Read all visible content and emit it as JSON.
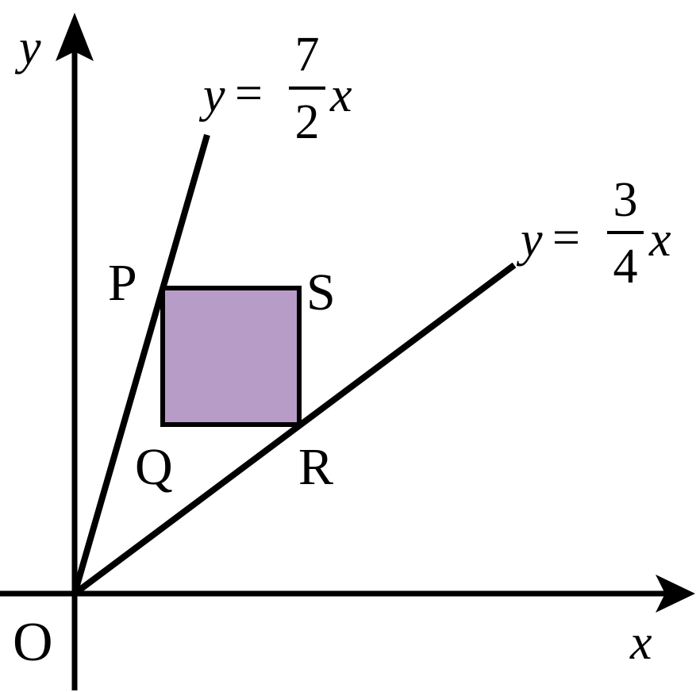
{
  "axes": {
    "x_label": "x",
    "y_label": "y",
    "origin_label": "O"
  },
  "lines": [
    {
      "name": "steep",
      "lhs": "y",
      "eq": "=",
      "numerator": "7",
      "denominator": "2",
      "var": "x"
    },
    {
      "name": "shallow",
      "lhs": "y",
      "eq": "=",
      "numerator": "3",
      "denominator": "4",
      "var": "x"
    }
  ],
  "square": {
    "vertices": {
      "P": "P",
      "Q": "Q",
      "R": "R",
      "S": "S"
    },
    "fill_color": "#b79cc8",
    "stroke_color": "#000000"
  }
}
